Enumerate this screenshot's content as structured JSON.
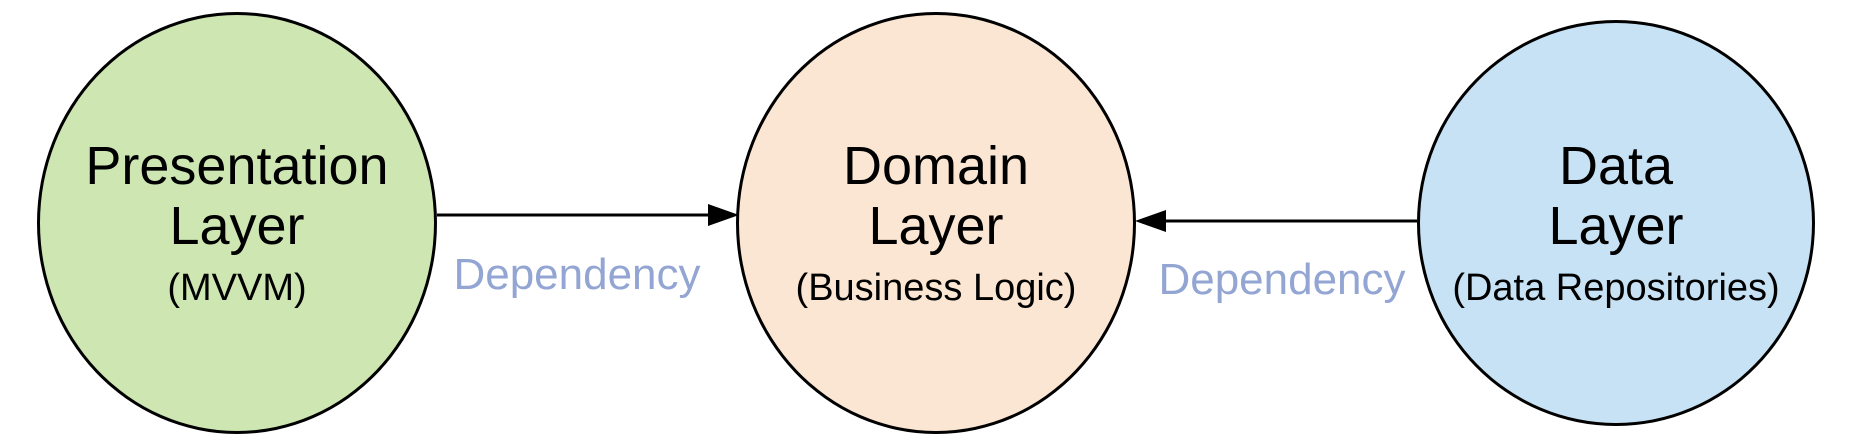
{
  "diagram": {
    "background_color": "#ffffff",
    "stroke_color": "#000000",
    "arrow_color": "#000000",
    "edge_label_color": "#93a5d2",
    "nodes": [
      {
        "id": "presentation-layer",
        "title_line1": "Presentation",
        "title_line2": "Layer",
        "subtitle": "(MVVM)",
        "fill_color": "#cde6b2"
      },
      {
        "id": "domain-layer",
        "title_line1": "Domain",
        "title_line2": "Layer",
        "subtitle": "(Business Logic)",
        "fill_color": "#fae6d2"
      },
      {
        "id": "data-layer",
        "title_line1": "Data",
        "title_line2": "Layer",
        "subtitle": "(Data Repositories)",
        "fill_color": "#c7e2f4"
      }
    ],
    "edges": [
      {
        "label": "Dependency",
        "from": "presentation-layer",
        "to": "domain-layer",
        "arrow_direction": "right"
      },
      {
        "label": "Dependency",
        "from": "data-layer",
        "to": "domain-layer",
        "arrow_direction": "left"
      }
    ]
  }
}
